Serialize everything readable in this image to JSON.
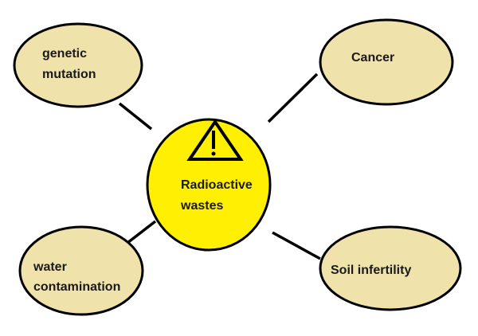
{
  "center": {
    "line1": "Radioactive",
    "line2": "wastes",
    "icon": "warning-triangle-icon"
  },
  "effects": {
    "genetic": {
      "line1": "genetic",
      "line2": "mutation"
    },
    "cancer": {
      "label": "Cancer"
    },
    "water": {
      "line1": "water",
      "line2": "contamination"
    },
    "soil": {
      "label": "Soil infertility"
    }
  },
  "colors": {
    "center_fill": "#ffef00",
    "node_fill": "#efe2ab",
    "stroke": "#000000"
  }
}
